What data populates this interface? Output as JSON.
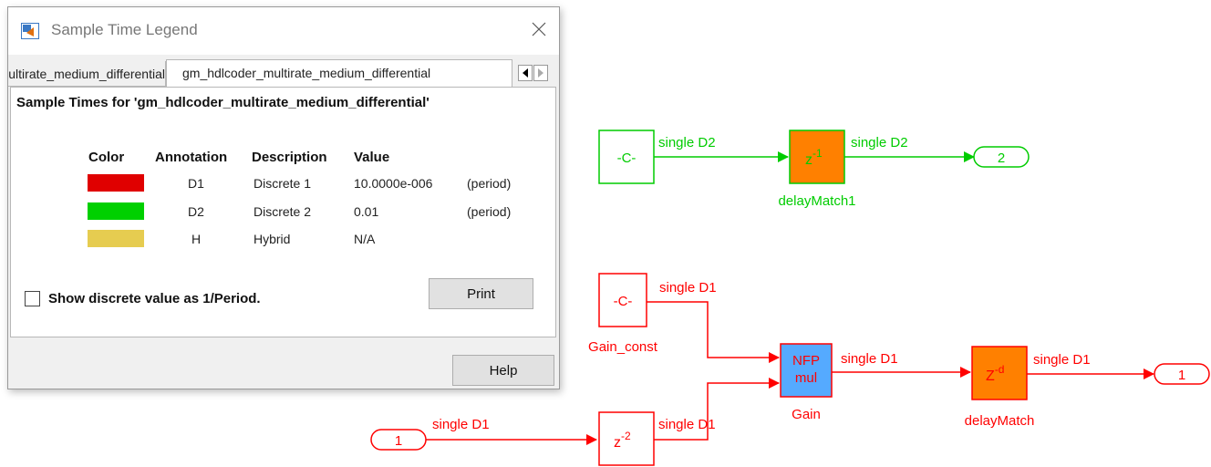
{
  "dialog": {
    "title": "Sample Time Legend",
    "tabs": [
      {
        "label": "gm_hdlcoder_multirate_medium_differential",
        "active": false
      },
      {
        "label": "gm_hdlcoder_multirate_medium_differential",
        "active": true
      }
    ],
    "heading": "Sample Times for 'gm_hdlcoder_multirate_medium_differential'",
    "columns": [
      "Color",
      "Annotation",
      "Description",
      "Value"
    ],
    "rows": [
      {
        "color": "#e00000",
        "annotation": "D1",
        "description": "Discrete 1",
        "value": "10.0000e-006",
        "type": "(period)"
      },
      {
        "color": "#00d000",
        "annotation": "D2",
        "description": "Discrete 2",
        "value": "0.01",
        "type": "(period)"
      },
      {
        "color": "#e6cc50",
        "annotation": "H",
        "description": "Hybrid",
        "value": "N/A",
        "type": ""
      }
    ],
    "checkbox_label": "Show discrete value as 1/Period.",
    "checkbox_checked": false,
    "print_label": "Print",
    "help_label": "Help"
  },
  "diagram": {
    "colors": {
      "d1": "#ff0000",
      "d2": "#00cc00",
      "orange": "#ff8000",
      "blue": "#55aaff"
    },
    "top": {
      "const_label": "-C-",
      "signal1": "single D2",
      "delay_symbol": "z",
      "delay_exp": "-1",
      "delay_name": "delayMatch1",
      "signal2": "single D2",
      "outport": "2"
    },
    "bottom": {
      "const_label": "-C-",
      "const_name": "Gain_const",
      "const_signal": "single D1",
      "inport": "1",
      "in_signal": "single D1",
      "delay2_symbol": "z",
      "delay2_exp": "-2",
      "delay2_signal": "single D1",
      "gain_line1": "NFP",
      "gain_line2": "mul",
      "gain_name": "Gain",
      "gain_signal": "single D1",
      "delayd_symbol": "Z",
      "delayd_exp": "-d",
      "delayd_name": "delayMatch",
      "delayd_signal": "single D1",
      "outport": "1"
    }
  }
}
